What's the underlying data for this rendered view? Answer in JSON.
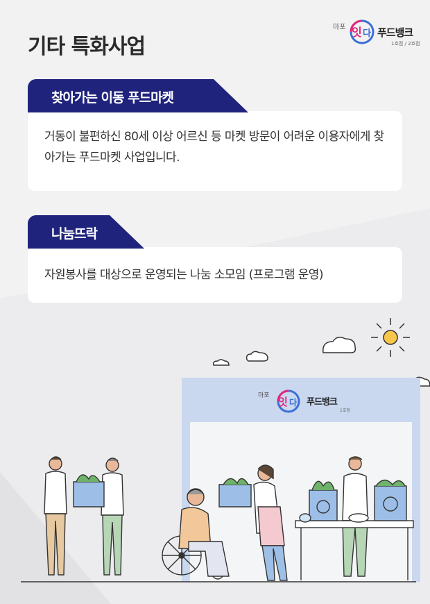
{
  "page": {
    "title": "기타 특화사업"
  },
  "logo": {
    "small": "마포",
    "mark": "잇다",
    "name": "푸드뱅크",
    "branch": "1호점 / 2호점"
  },
  "sections": [
    {
      "title": "찾아가는 이동 푸드마켓",
      "body": "거동이 불편하신 80세 이상 어르신 등 마켓 방문이 어려운 이용자에게 찾아가는 푸드마켓 사업입니다."
    },
    {
      "title": "나눔뜨락",
      "body": "자원봉사를 대상으로 운영되는 나눔 소모임 (프로그램 운영)"
    }
  ],
  "store_sign": {
    "small": "마포",
    "name": "푸드뱅크",
    "branch": "1호점"
  },
  "colors": {
    "accent_navy": "#1f237c",
    "logo_pink": "#e5277b",
    "logo_blue": "#3a6fd8",
    "store_blue": "#c9d8ef"
  }
}
